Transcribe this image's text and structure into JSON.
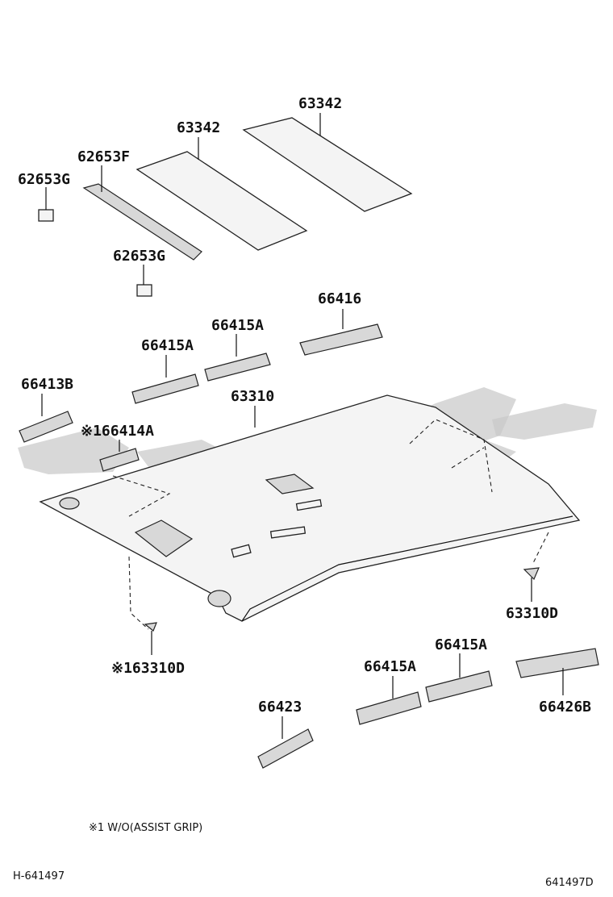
{
  "parts": {
    "pad_rear": "63342",
    "pad_front": "63342",
    "strip": "62653F",
    "cap_top": "62653G",
    "cap_lower": "62653G",
    "clip_top": "66416",
    "clip_mid": "66415A",
    "clip_left": "66415A",
    "clip_b": "66413B",
    "headliner": "63310",
    "clip_a": "※166414A",
    "fastener_right": "63310D",
    "fastener_left": "※163310D",
    "retainer_right_top": "66415A",
    "retainer_right_mid": "66415A",
    "retainer_far_right": "66426B",
    "retainer_lower": "66423"
  },
  "footnote": "※1 W/O(ASSIST GRIP)",
  "ref_left": "H-641497",
  "ref_right": "641497D",
  "colors": {
    "line": "#111111",
    "watermark": "#c9c9c9"
  }
}
